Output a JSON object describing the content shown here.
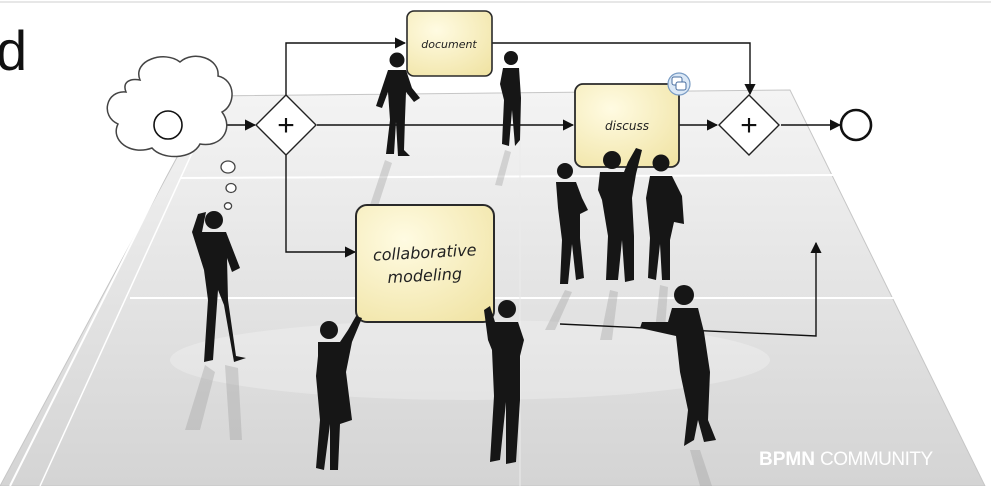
{
  "diagram": {
    "tasks": {
      "document": "document",
      "discuss": "discuss",
      "collaborative_line1": "collaborative",
      "collaborative_line2": "modeling"
    },
    "gateways": {
      "split_symbol": "+",
      "join_symbol": "+"
    },
    "icons": {
      "start_event": "start-event-circle",
      "end_event": "end-event-circle",
      "thought_cloud": "thought-cloud",
      "comment": "comment-bubble-icon"
    },
    "colors": {
      "task_fill": "#f8f0c0",
      "task_stroke": "#2a2a2a",
      "silhouette": "#1a1a1a",
      "floor": "#e3e3e3"
    }
  },
  "cutoff_text": "d",
  "watermark": {
    "bold": "BPMN",
    "light": "COMMUNITY"
  }
}
